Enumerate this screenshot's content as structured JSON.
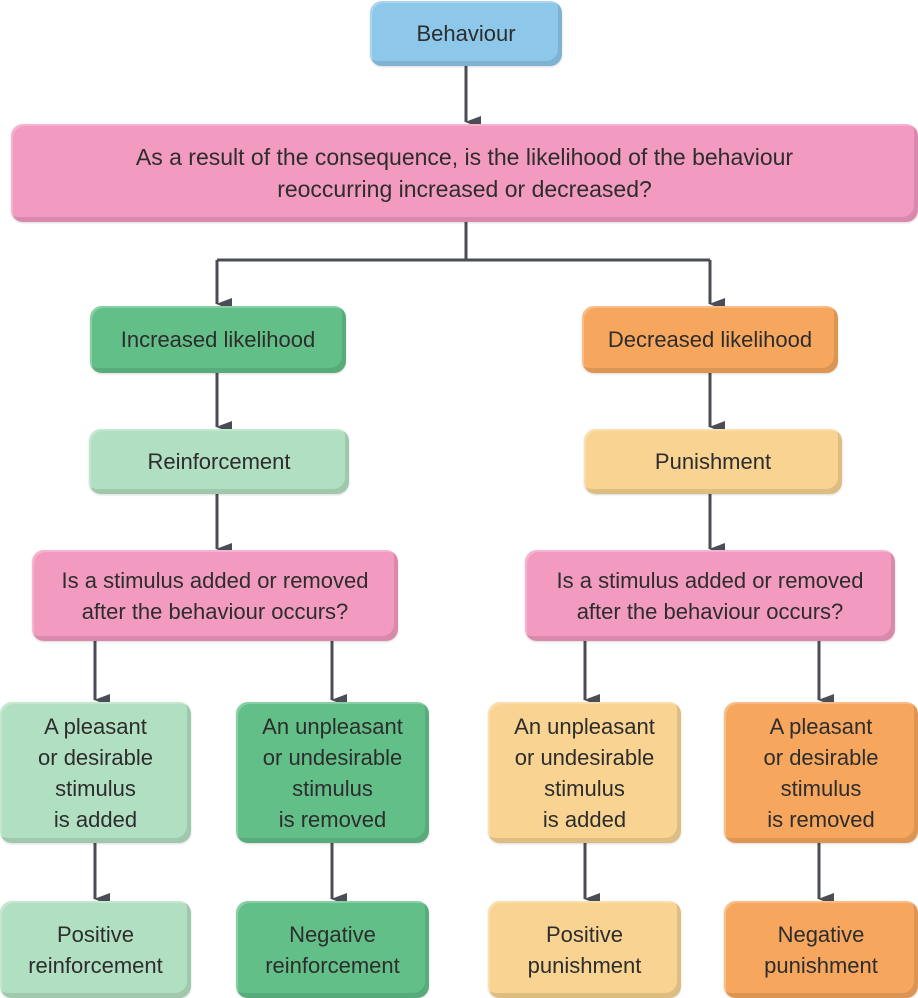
{
  "diagram": {
    "title_node": "Behaviour",
    "question_main": "As a result of the consequence, is the likelihood of the behaviour\nreoccurring increased or decreased?",
    "left": {
      "likelihood": "Increased likelihood",
      "category": "Reinforcement",
      "question": "Is a stimulus added or removed\nafter the behaviour occurs?",
      "stimulus_added": "A pleasant\nor desirable\nstimulus\nis added",
      "stimulus_removed": "An unpleasant\nor undesirable\nstimulus\nis removed",
      "outcome_positive": "Positive\nreinforcement",
      "outcome_negative": "Negative\nreinforcement"
    },
    "right": {
      "likelihood": "Decreased likelihood",
      "category": "Punishment",
      "question": "Is a stimulus added or removed\nafter the behaviour occurs?",
      "stimulus_added": "An unpleasant\nor undesirable\nstimulus\nis added",
      "stimulus_removed": "A pleasant\nor desirable\nstimulus\nis removed",
      "outcome_positive": "Positive\npunishment",
      "outcome_negative": "Negative\npunishment"
    },
    "colors": {
      "start": "#8dc7ea",
      "question": "#f29ac0",
      "reinforcement_dark": "#62bf88",
      "reinforcement_light": "#b1dfc1",
      "punishment_dark": "#f7a65e",
      "punishment_light": "#f8d391",
      "connector": "#4a4d55"
    }
  }
}
